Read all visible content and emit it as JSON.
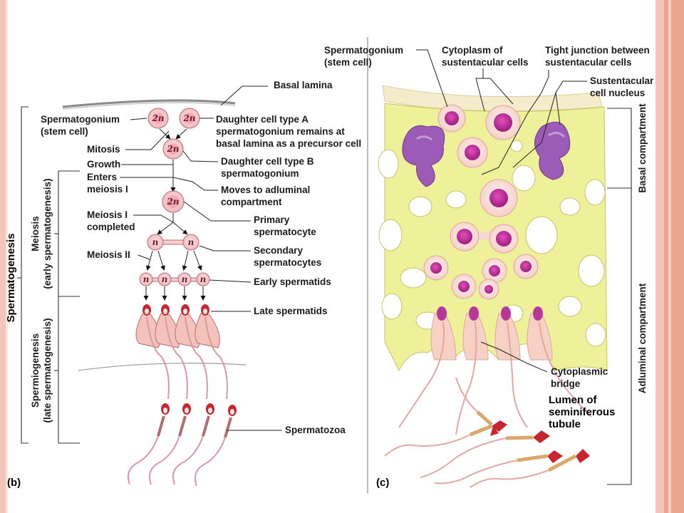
{
  "panel_b": {
    "label": "(b)",
    "stages": {
      "spermatogonium": [
        "Spermatogonium",
        "(stem cell)"
      ],
      "mitosis": "Mitosis",
      "growth": "Growth",
      "enters_meiosis": [
        "Enters",
        "meiosis I"
      ],
      "meiosis1_completed": [
        "Meiosis I",
        "completed"
      ],
      "meiosis2": "Meiosis II"
    },
    "cell_labels": {
      "diploid": "2n",
      "haploid": "n"
    },
    "descriptions": {
      "daughter_a": [
        "Daughter cell type A",
        "spermatogonium  remains at",
        "basal lamina as a precursor cell"
      ],
      "daughter_b": [
        "Daughter cell type B",
        "spermatogonium"
      ],
      "moves": [
        "Moves to adluminal",
        "compartment"
      ],
      "primary": [
        "Primary",
        "spermatocyte"
      ],
      "secondary": [
        "Secondary",
        "spermatocytes"
      ],
      "early_spermatids": "Early  spermatids",
      "late_spermatids": "Late spermatids",
      "spermatozoa": "Spermatozoa",
      "basal_lamina": "Basal lamina"
    },
    "brackets": {
      "spermatogenesis": "Spermatogenesis",
      "meiosis": [
        "Meiosis",
        "(early spermatogenesis)"
      ],
      "spermiogenesis": [
        "Spermiogenesis",
        "(late spermatogenesis)"
      ]
    }
  },
  "panel_c": {
    "label": "(c)",
    "labels": {
      "spermatogonium": [
        "Spermatogonium",
        "(stem cell)"
      ],
      "cytoplasm": [
        "Cytoplasm of",
        "sustentacular cells"
      ],
      "tight_junction": [
        "Tight junction between",
        "sustentacular cells"
      ],
      "nucleus": [
        "Sustentacular",
        "cell nucleus"
      ],
      "cytoplasmic_bridge": [
        "Cytoplasmic",
        "bridge"
      ],
      "lumen": [
        "Lumen of",
        "seminiferous",
        "tubule"
      ]
    },
    "compartments": {
      "basal": "Basal compartment",
      "adluminal": "Adluminal compartment"
    }
  },
  "colors": {
    "cell_fill": "#f6cfd1",
    "cell_stroke": "#b56b74",
    "cytoplasm": "#eef09a",
    "nucleus_purple": "#9b5bb6",
    "nucleus_magenta": "#c2299a",
    "sperm_head": "#c8262e"
  }
}
